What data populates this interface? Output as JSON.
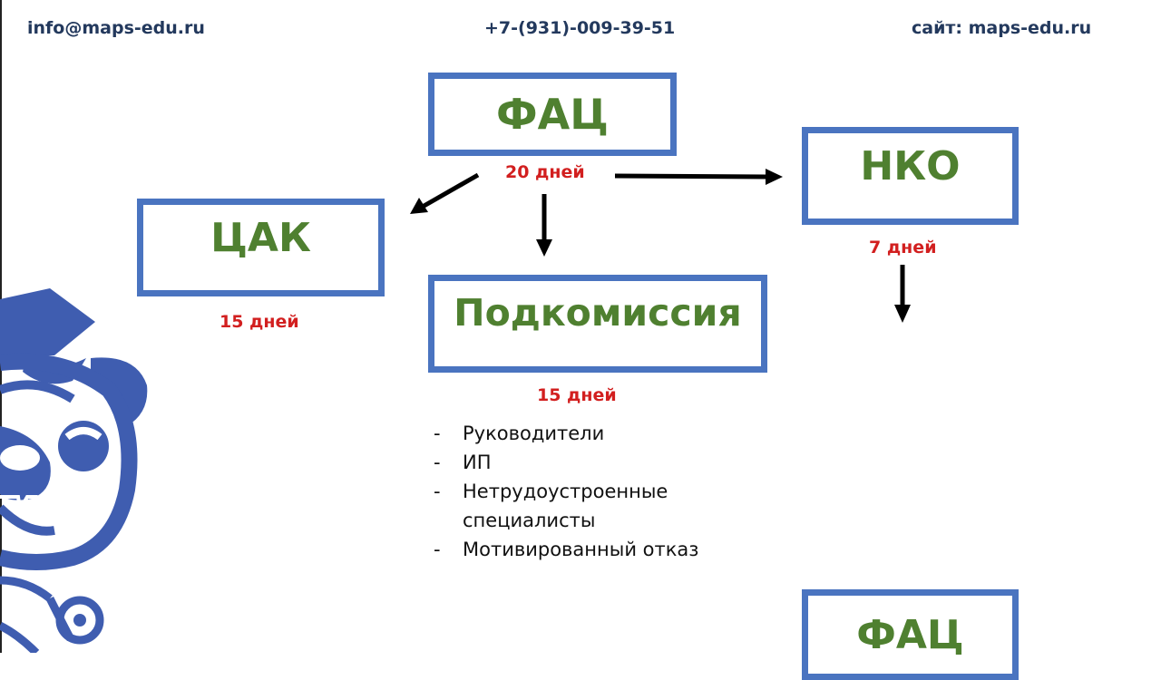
{
  "header": {
    "email": "info@maps-edu.ru",
    "phone": "+7-(931)-009-39-51",
    "site": "сайт: maps-edu.ru"
  },
  "diagram": {
    "fac_top": {
      "label": "ФАЦ",
      "days": "20 дней"
    },
    "cak": {
      "label": "ЦАК",
      "days": "15 дней"
    },
    "subcommission": {
      "label": "Подкомиссия",
      "days": "15 дней"
    },
    "nko": {
      "label": "НКО",
      "days": "7 дней"
    },
    "fac_bottom": {
      "label": "ФАЦ"
    }
  },
  "subcommission_list": [
    {
      "dash": "-",
      "text": "Руководители"
    },
    {
      "dash": "-",
      "text": "ИП"
    },
    {
      "dash": "-",
      "text": "Нетрудоустроенные специалисты"
    },
    {
      "dash": "-",
      "text": "Мотивированный отказ"
    }
  ],
  "colors": {
    "box_border": "#4a74c0",
    "box_text": "#4f8030",
    "days_text": "#d21f1f",
    "header_text": "#23395d",
    "mascot": "#3f5db0"
  },
  "icons": {
    "mascot": "pug-mascot-with-graduation-cap-and-stethoscope"
  }
}
